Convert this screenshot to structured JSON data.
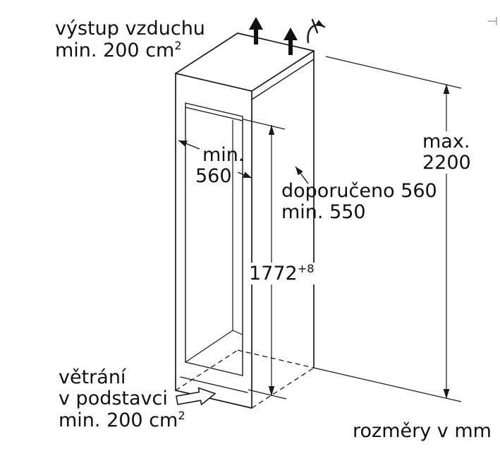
{
  "labels": {
    "air_outlet": {
      "line1": "výstup vzduchu",
      "line2": "min. 200 cm",
      "sup": "2"
    },
    "width_dim": {
      "line1": "min.",
      "line2": "560"
    },
    "depth_dim": {
      "line1": "doporučeno 560",
      "line2": "min. 550"
    },
    "niche_height": {
      "value": "1772",
      "tolerance": "+8"
    },
    "max_height": {
      "line1": "max.",
      "line2": "2200"
    },
    "base_vent": {
      "line1": "větrání",
      "line2": "v podstavci",
      "line3": "min. 200 cm",
      "sup": "2"
    },
    "units_note": "rozměry v mm"
  },
  "colors": {
    "line": "#1a1a1a",
    "background": "#ffffff",
    "artifact": "#b8b8b8"
  }
}
